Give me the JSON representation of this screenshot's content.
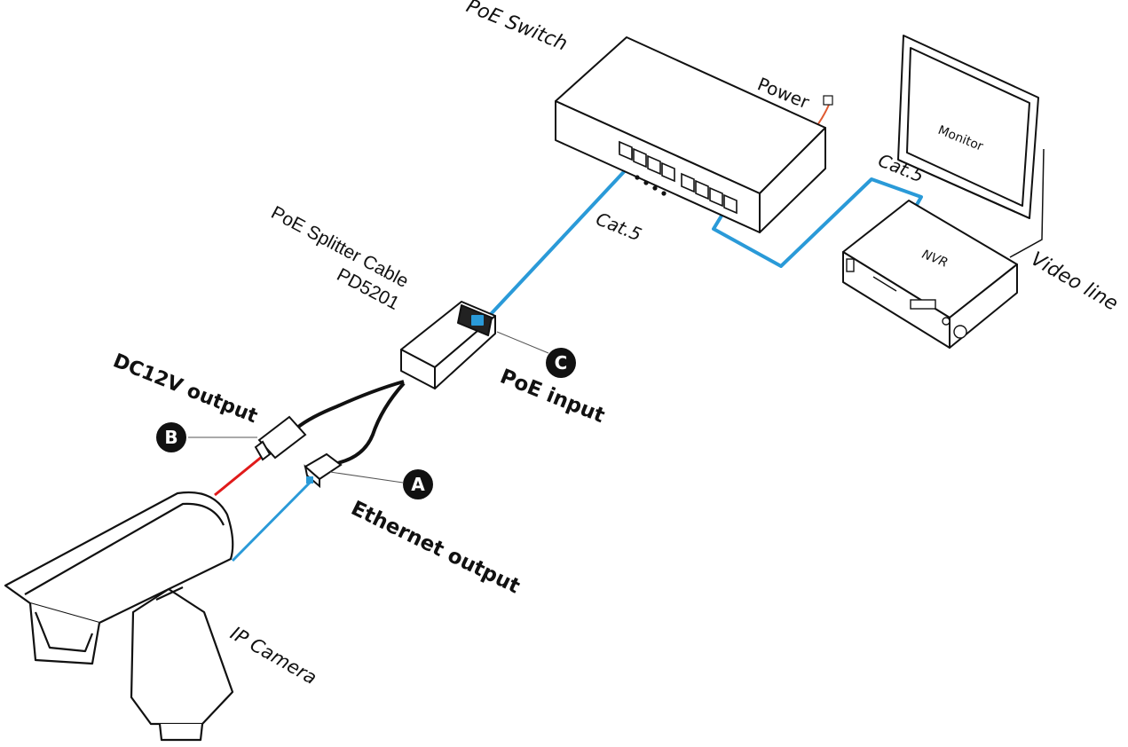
{
  "labels": {
    "poe_switch": "PoE  Switch",
    "power": "Power",
    "monitor": "Monitor",
    "cat5_top": "Cat.5",
    "cat5_mid": "Cat.5",
    "nvr": "NVR",
    "video_line": "Video line",
    "splitter_name": "PoE Splitter Cable",
    "splitter_model": "PD5201",
    "poe_input": "PoE input",
    "dc_output": "DC12V output",
    "ethernet_output": "Ethernet output",
    "ip_camera": "IP Camera"
  },
  "markers": {
    "a": "A",
    "b": "B",
    "c": "C"
  },
  "colors": {
    "cat5_cable": "#2a9ad8",
    "dc_cable": "#e01a1a",
    "power_cable": "#e05a30",
    "line": "#111111",
    "marker_fill": "#111111"
  },
  "icons": [
    "poe-switch-icon",
    "monitor-icon",
    "nvr-icon",
    "splitter-icon",
    "ip-camera-icon"
  ]
}
